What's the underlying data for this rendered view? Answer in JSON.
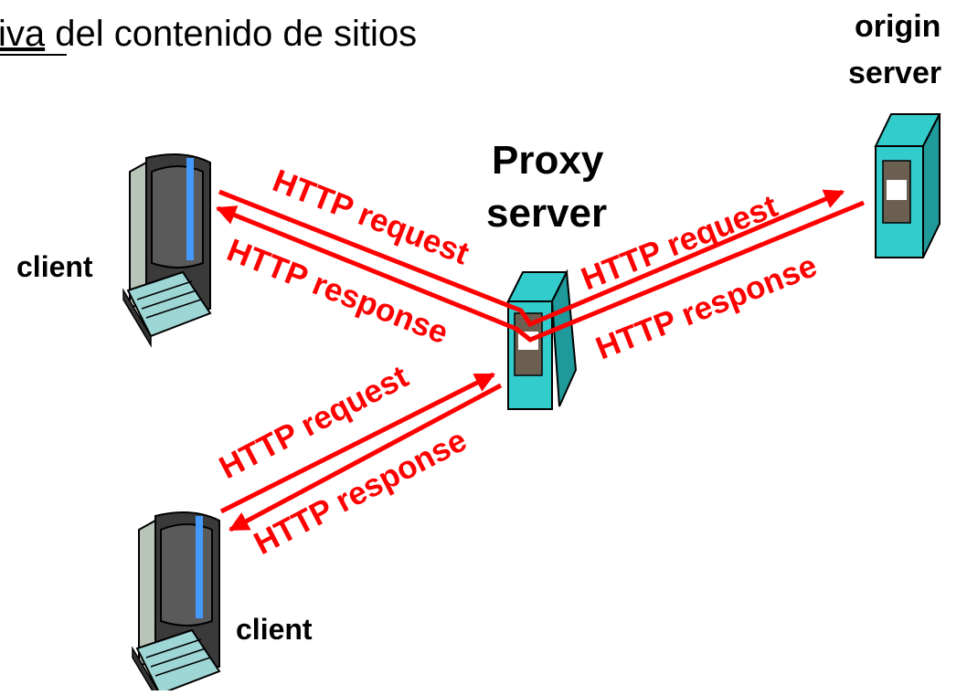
{
  "slide": {
    "title_underlined": "iva",
    "title_rest": " del contenido de sitios"
  },
  "labels": {
    "origin_line1": "origin",
    "origin_line2": "server",
    "proxy_line1": "Proxy",
    "proxy_line2": "server",
    "client_top": "client",
    "client_bottom": "client"
  },
  "messages": {
    "top_left_request": "HTTP request",
    "top_left_response": "HTTP response",
    "right_request": "HTTP request",
    "right_response": "HTTP response",
    "bottom_request": "HTTP request",
    "bottom_response": "HTTP response"
  },
  "colors": {
    "arrow": "#ff0000",
    "server": "#33cccc",
    "text": "#000000"
  }
}
